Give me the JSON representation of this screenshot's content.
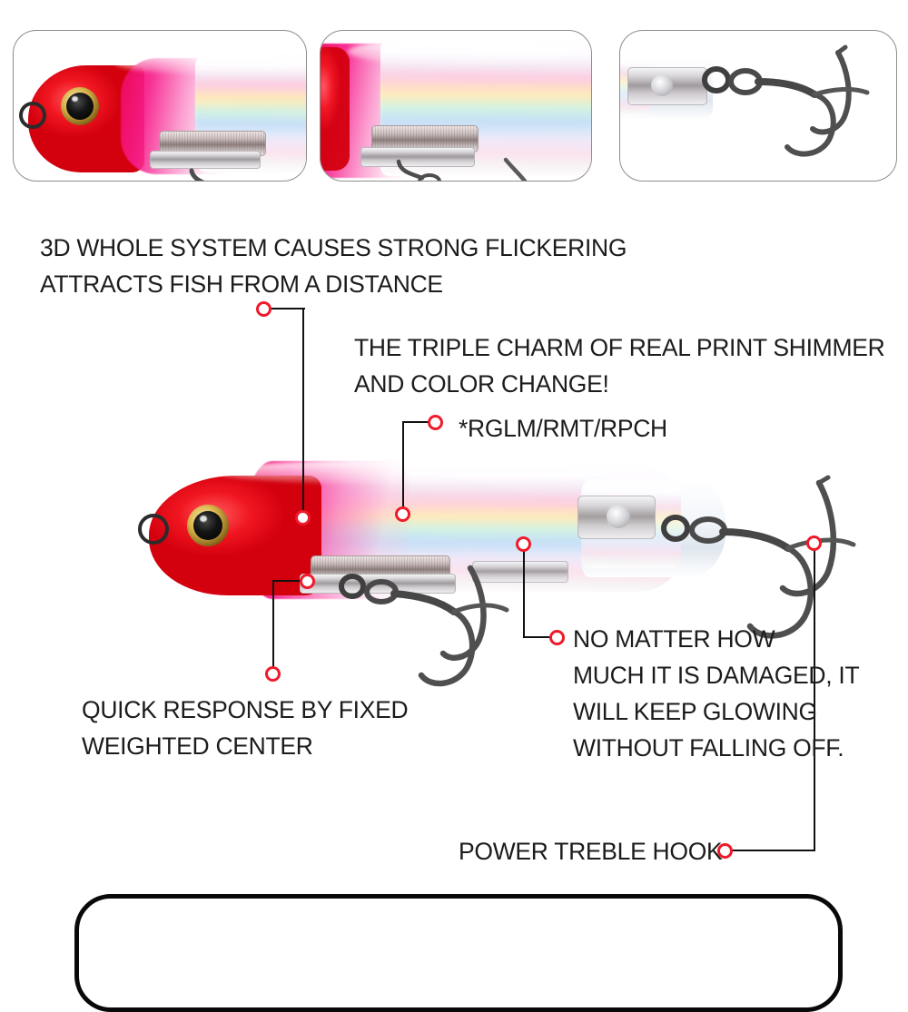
{
  "page": {
    "background": "#ffffff",
    "accent_marker_color": "#ef1a2a",
    "leader_line_color": "#111111",
    "text_color": "#1c1c1c"
  },
  "thumbnails": [
    {
      "name": "lure-head-closeup",
      "alt": "Close-up of red and pink holographic lure head with gold rimmed eye"
    },
    {
      "name": "lure-body-closeup",
      "alt": "Close-up of iridescent rainbow lure body with weighted plate"
    },
    {
      "name": "lure-tail-hook-closeup",
      "alt": "Close-up of clear tail section with split ring and treble hook"
    }
  ],
  "main_image": {
    "name": "sinking-pencil-lure",
    "alt": "Full side view of red head holographic sinking pencil fishing lure with two treble hooks"
  },
  "callouts": [
    {
      "id": "flickering",
      "text": "3D WHOLE SYSTEM CAUSES STRONG FLICKERING\nATTRACTS FISH FROM A DISTANCE"
    },
    {
      "id": "triple-charm",
      "text": "THE TRIPLE CHARM OF REAL PRINT SHIMMER\nAND COLOR CHANGE!"
    },
    {
      "id": "color-codes",
      "text": "*RGLM/RMT/RPCH"
    },
    {
      "id": "weighted-center",
      "text": "QUICK RESPONSE BY FIXED\nWEIGHTED CENTER"
    },
    {
      "id": "keep-glowing",
      "text": "NO MATTER HOW\nMUCH IT IS DAMAGED, IT\nWILL KEEP GLOWING\nWITHOUT FALLING OFF."
    },
    {
      "id": "treble-hook",
      "text": "POWER TREBLE HOOK"
    }
  ]
}
